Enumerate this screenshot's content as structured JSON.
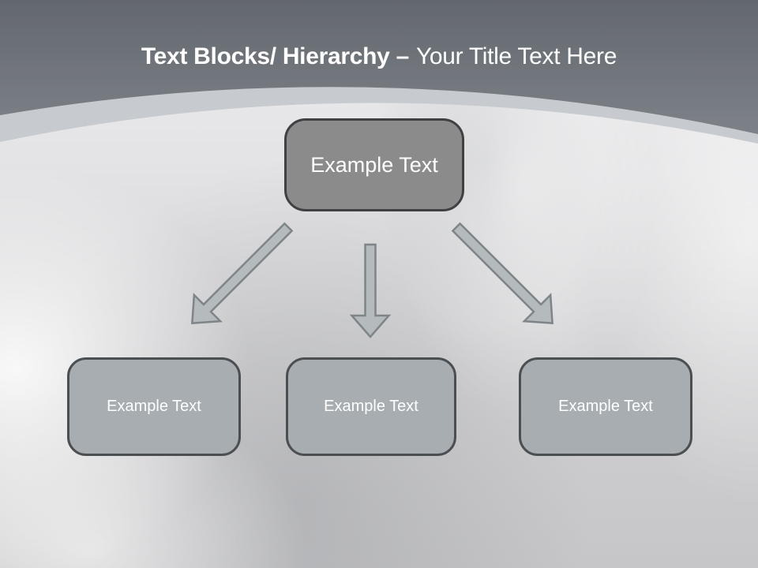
{
  "slide": {
    "title_bold": "Text Blocks/ Hierarchy –",
    "title_regular": "Your Title Text Here"
  },
  "diagram": {
    "root": {
      "label": "Example Text"
    },
    "children": [
      {
        "label": "Example Text"
      },
      {
        "label": "Example Text"
      },
      {
        "label": "Example Text"
      }
    ]
  },
  "colors": {
    "header_gradient_top": "#63686e",
    "header_gradient_bottom": "#7d8288",
    "curve_band": "#c7cace",
    "body_top": "#ededef",
    "body_bottom": "#c6c6c8",
    "root_fill": "#8b8b8b",
    "root_border": "#3e4042",
    "child_fill": "#a8adb1",
    "child_border": "#4b4f52",
    "arrow_fill": "#b5babd",
    "arrow_stroke": "#7e8487",
    "title_color": "#ffffff"
  }
}
